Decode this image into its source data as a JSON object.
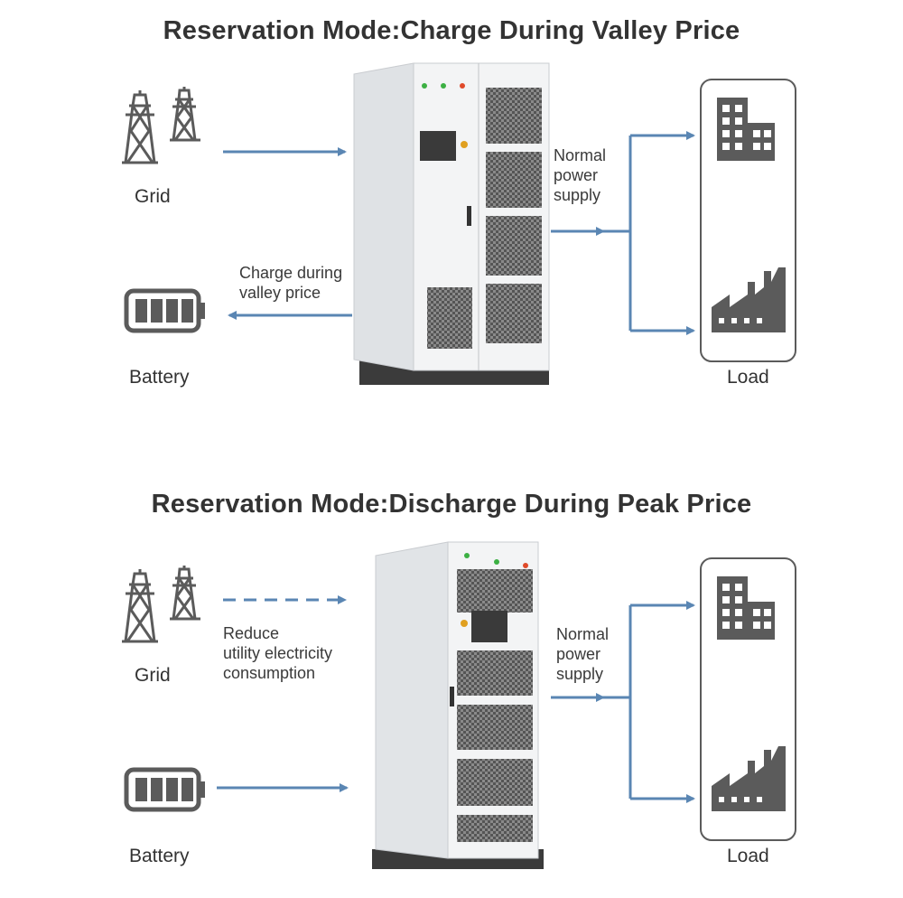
{
  "diagrams": [
    {
      "title": "Reservation Mode:Charge During Valley Price",
      "grid_label": "Grid",
      "battery_label": "Battery",
      "load_label": "Load",
      "flow_note": [
        "Charge during",
        "valley price"
      ],
      "supply_note": [
        "Normal",
        "power",
        "supply"
      ],
      "grid_arrow": "solid",
      "battery_arrow": "to-battery"
    },
    {
      "title": "Reservation Mode:Discharge During Peak Price",
      "grid_label": "Grid",
      "battery_label": "Battery",
      "load_label": "Load",
      "flow_note": [
        "Reduce",
        "utility electricity",
        "consumption"
      ],
      "supply_note": [
        "Normal",
        "power",
        "supply"
      ],
      "grid_arrow": "dashed",
      "battery_arrow": "to-cabinet"
    }
  ],
  "colors": {
    "arrow": "#5a86b3",
    "icon": "#5b5b5b",
    "cabinet": "#eef0f2",
    "vent": "#6c6c6c"
  },
  "icons": [
    "transmission-tower-icon",
    "battery-icon",
    "office-building-icon",
    "factory-icon"
  ]
}
